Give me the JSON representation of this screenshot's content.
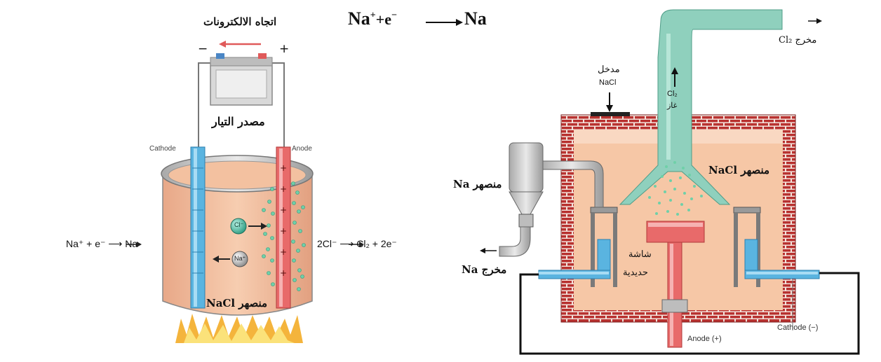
{
  "top_equation": {
    "left": "Na",
    "sup": "+",
    "mid": "+e",
    "sup2": "−",
    "right": "Na"
  },
  "left_cell": {
    "electron_flow": "اتجاه الالكترونات",
    "minus": "−",
    "plus": "+",
    "power_source": "مصدر التيار",
    "cathode": "Cathode",
    "anode": "Anode",
    "left_reaction": "Na⁺ + e⁻ ⟶ Na",
    "right_reaction": "2Cl⁻ ⟶ Cl₂ + 2e⁻",
    "chloride_ion": "Cl⁻",
    "sodium_ion": "Na⁺",
    "molten_nacl": "منصهر NaCl"
  },
  "right_cell": {
    "cl2_outlet": "مخرج Cl₂",
    "nacl_inlet_line1": "مدخل",
    "nacl_inlet_line2": "NaCl",
    "cl2_gas_line1": "Cl₂",
    "cl2_gas_line2": "غاز",
    "molten_nacl": "منصهر NaCl",
    "molten_na": "منصهر Na",
    "na_outlet": "مخرج Na",
    "iron_screen_line1": "شاشة",
    "iron_screen_line2": "حديدية",
    "anode": "Anode (+)",
    "cathode": "Cathode (−)"
  },
  "colors": {
    "molten": "#f6c7a6",
    "cathode": "#5ab4e0",
    "anode": "#e86a6a",
    "gas": "#8fd0bd",
    "brick": "#b8312f",
    "steel": "#c9c9c9"
  }
}
